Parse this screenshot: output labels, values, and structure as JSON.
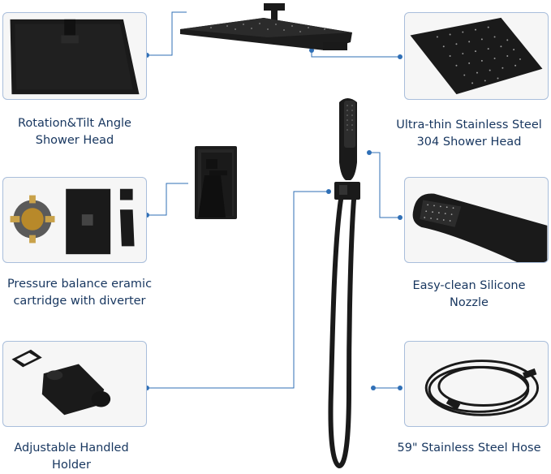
{
  "captions": {
    "rotation": [
      "Rotation&Tilt Angle",
      "Shower Head"
    ],
    "ultrathin": [
      "Ultra-thin Stainless Steel",
      "304 Shower Head"
    ],
    "pressure": [
      "Pressure balance eramic",
      "cartridge with diverter"
    ],
    "nozzle": [
      "Easy-clean Silicone",
      "Nozzle"
    ],
    "holder": [
      "Adjustable Handled",
      "Holder"
    ],
    "hose": [
      "59\" Stainless Steel Hose"
    ]
  },
  "colors": {
    "accent": "#2f6fb6",
    "card_border": "#a9bedb",
    "text": "#17365f",
    "product": "#1a1a1a"
  }
}
